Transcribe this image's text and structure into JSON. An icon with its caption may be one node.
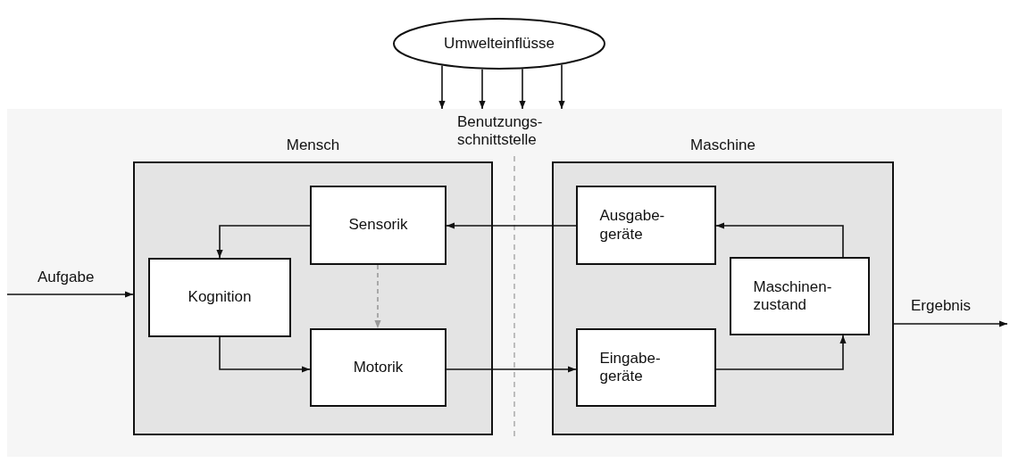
{
  "diagram": {
    "nodes": [
      {
        "text": [
          "Umwelteinflüsse"
        ]
      },
      {
        "text": [],
        "shape": "box"
      },
      {
        "text": [
          "Mensch"
        ],
        "in": 1
      },
      {
        "text": [
          "Sensorik"
        ],
        "in": 2
      },
      {
        "text": [
          "Kognition"
        ],
        "in": 2
      },
      {
        "text": [
          "Motorik"
        ],
        "in": 2
      },
      {
        "text": [
          "Maschine"
        ],
        "in": 1
      },
      {
        "text": [
          "Ausgabe- geräte"
        ],
        "in": 6
      },
      {
        "text": [
          "Maschinen- zustand"
        ],
        "in": 6
      },
      {
        "text": [
          "Eingabe- geräte"
        ],
        "in": 6
      }
    ],
    "edges": [
      {
        "from": 0,
        "to": 1,
        "arrow": "to"
      },
      {
        "from": 0,
        "to": 1,
        "arrow": "to"
      },
      {
        "from": 0,
        "to": 1,
        "arrow": "to"
      },
      {
        "from": 0,
        "to": 1,
        "arrow": "to"
      },
      {
        "from": 3,
        "to": 4,
        "arrow": "to"
      },
      {
        "from": 4,
        "to": 5,
        "arrow": "to"
      },
      {
        "from": 3,
        "to": 5,
        "arrow": "to",
        "style": "dashed",
        "color": "#999999"
      },
      {
        "from": 7,
        "to": 3,
        "arrow": "to"
      },
      {
        "from": 5,
        "to": 9,
        "arrow": "to"
      },
      {
        "from": 8,
        "to": 7,
        "arrow": "to"
      },
      {
        "from": 9,
        "to": 8,
        "arrow": "to"
      },
      {
        "from": null,
        "to": 2,
        "arrow": "to",
        "label": "Aufgabe"
      },
      {
        "from": 6,
        "to": null,
        "arrow": "to",
        "label": "Ergebnis"
      }
    ],
    "labels": [
      "Benutzungs- schnittstelle"
    ]
  }
}
